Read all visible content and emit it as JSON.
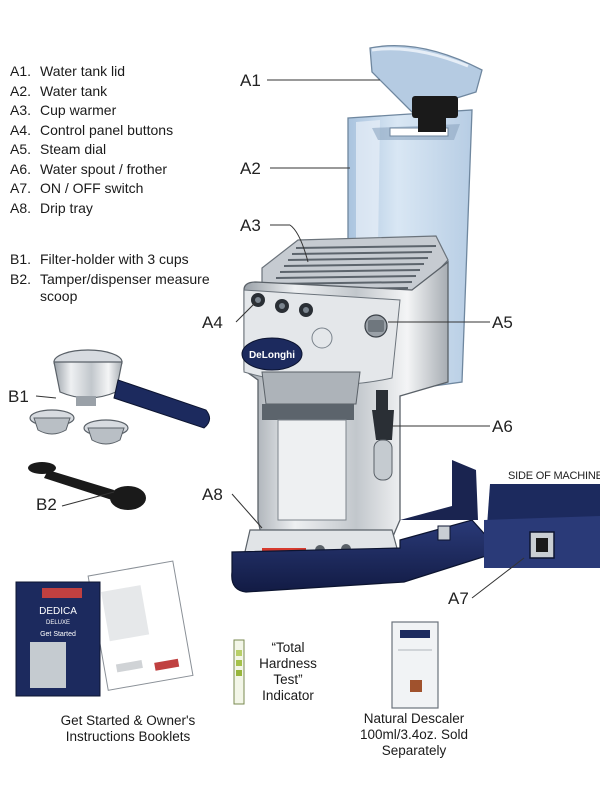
{
  "legend_parts": [
    {
      "code": "A1.",
      "text": "Water tank lid"
    },
    {
      "code": "A2.",
      "text": "Water tank"
    },
    {
      "code": "A3.",
      "text": "Cup warmer"
    },
    {
      "code": "A4.",
      "text": "Control panel buttons"
    },
    {
      "code": "A5.",
      "text": "Steam dial"
    },
    {
      "code": "A6.",
      "text": "Water spout / frother"
    },
    {
      "code": "A7.",
      "text": "ON / OFF switch"
    },
    {
      "code": "A8.",
      "text": "Drip tray"
    }
  ],
  "legend_accessories": [
    {
      "code": "B1.",
      "text": "Filter-holder with 3 cups"
    },
    {
      "code": "B2.",
      "text": "Tamper/dispenser measure scoop"
    }
  ],
  "callouts": {
    "a1": "A1",
    "a2": "A2",
    "a3": "A3",
    "a4": "A4",
    "a5": "A5",
    "a6": "A6",
    "a7": "A7",
    "a8": "A8",
    "b1": "B1",
    "b2": "B2"
  },
  "side_of_machine": "SIDE OF MACHINE",
  "brand": "DeLonghi",
  "booklet_title": "DEDICA",
  "booklet_subtitle": "DELUXE",
  "booklet_get_started": "Get Started",
  "captions": {
    "booklets": "Get Started & Owner's Instructions Booklets",
    "hardness": "“Total Hardness Test” Indicator",
    "descaler": "Natural Descaler 100ml/3.4oz. Sold Separately"
  },
  "colors": {
    "navy": "#1c2a5e",
    "tank_blue": "#c9dcef",
    "steel": "#d7dbe0",
    "red_indicator": "#d63a2e"
  }
}
